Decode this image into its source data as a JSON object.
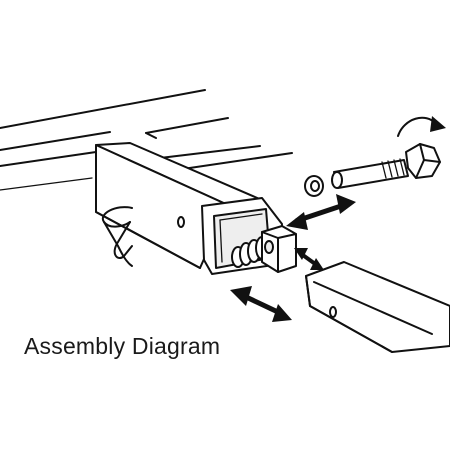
{
  "diagram": {
    "caption": "Assembly Diagram",
    "parts": [
      {
        "id": "frame-rail",
        "icon": "frame-rail"
      },
      {
        "id": "receiver-tube",
        "icon": "square-tube"
      },
      {
        "id": "hitch-pin-clip",
        "icon": "hairpin-clip"
      },
      {
        "id": "spring",
        "icon": "coil-spring"
      },
      {
        "id": "square-nut",
        "icon": "square-nut"
      },
      {
        "id": "lock-washer",
        "icon": "washer"
      },
      {
        "id": "hex-bolt",
        "icon": "hex-bolt"
      },
      {
        "id": "insert-tube",
        "icon": "square-tube"
      }
    ],
    "arrows": [
      {
        "id": "bolt-rotation",
        "icon": "curved-arrow"
      },
      {
        "id": "washer-motion",
        "icon": "double-arrow"
      },
      {
        "id": "nut-motion",
        "icon": "double-arrow"
      },
      {
        "id": "tube-motion",
        "icon": "double-arrow"
      }
    ]
  }
}
